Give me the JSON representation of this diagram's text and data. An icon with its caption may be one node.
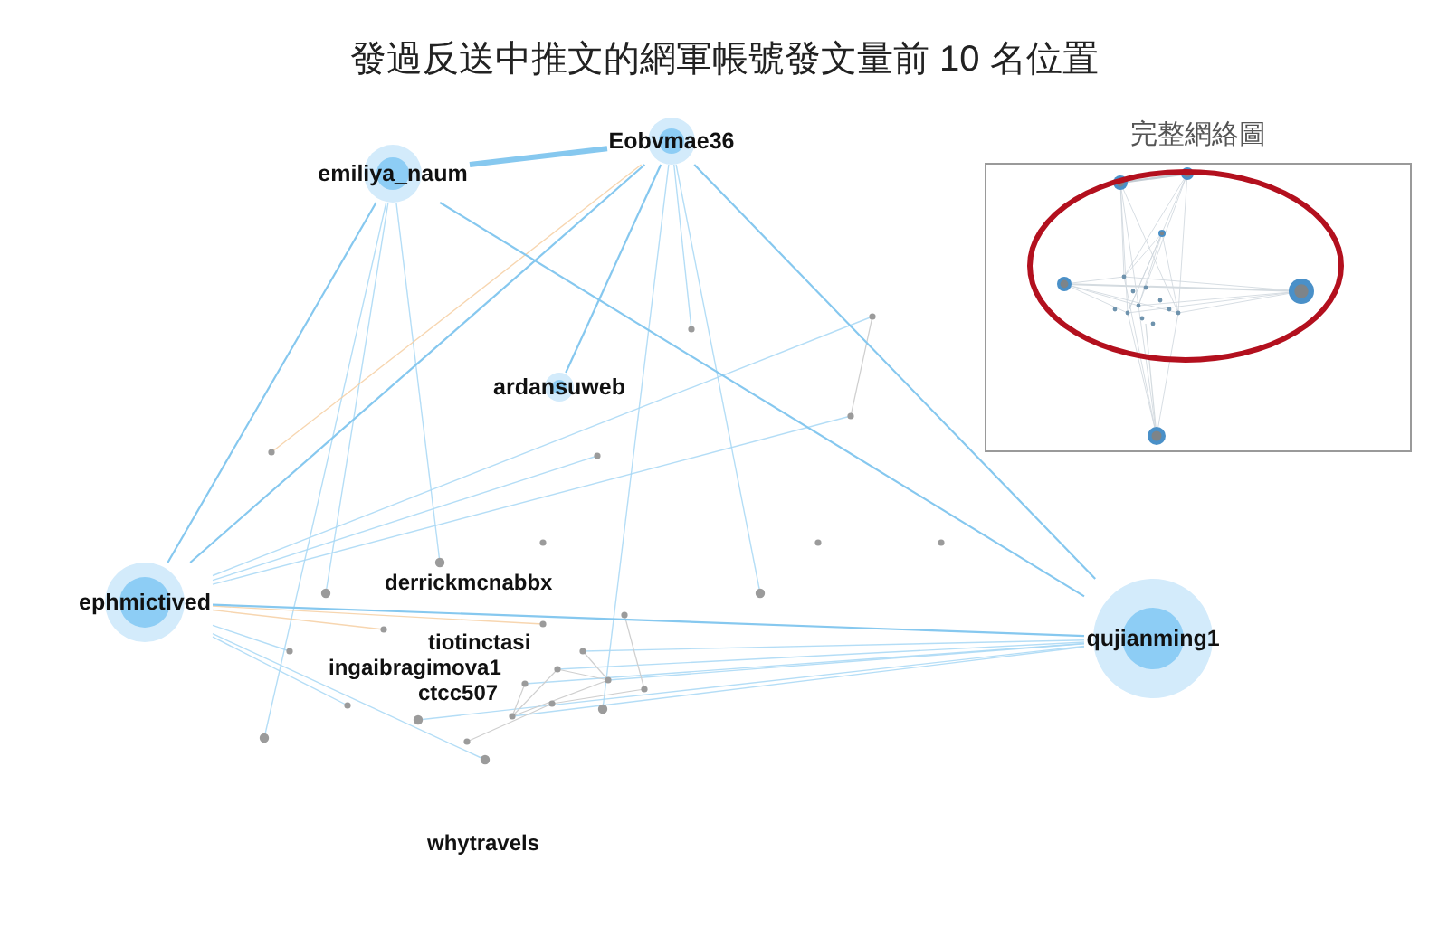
{
  "diagram": {
    "title": "發過反送中推文的網軍帳號發文量前 10 名位置",
    "nodes": [
      {
        "text": [
          "emiliya_naum"
        ]
      },
      {
        "text": [
          "Eobvmae36"
        ]
      },
      {
        "text": [
          "完整網絡圖"
        ]
      },
      {
        "text": [
          "ardansuweb"
        ]
      },
      {
        "text": [
          "ephmictived"
        ]
      },
      {
        "text": [
          "qujianming1"
        ]
      }
    ],
    "edges": [
      {
        "from": 0,
        "to": 1,
        "arrow": "none",
        "style": "thick"
      },
      {
        "from": 0,
        "to": 4,
        "arrow": "none"
      },
      {
        "from": 0,
        "to": 5,
        "arrow": "none"
      },
      {
        "from": 1,
        "to": 3,
        "arrow": "none"
      },
      {
        "from": 1,
        "to": 4,
        "arrow": "none"
      },
      {
        "from": 1,
        "to": 5,
        "arrow": "none"
      },
      {
        "from": 4,
        "to": 5,
        "arrow": "none"
      }
    ],
    "labels": [
      "derrickmcnabbx",
      "tiotinctasi",
      "ingaibragimova1",
      "ctcc507",
      "whytravels"
    ]
  }
}
